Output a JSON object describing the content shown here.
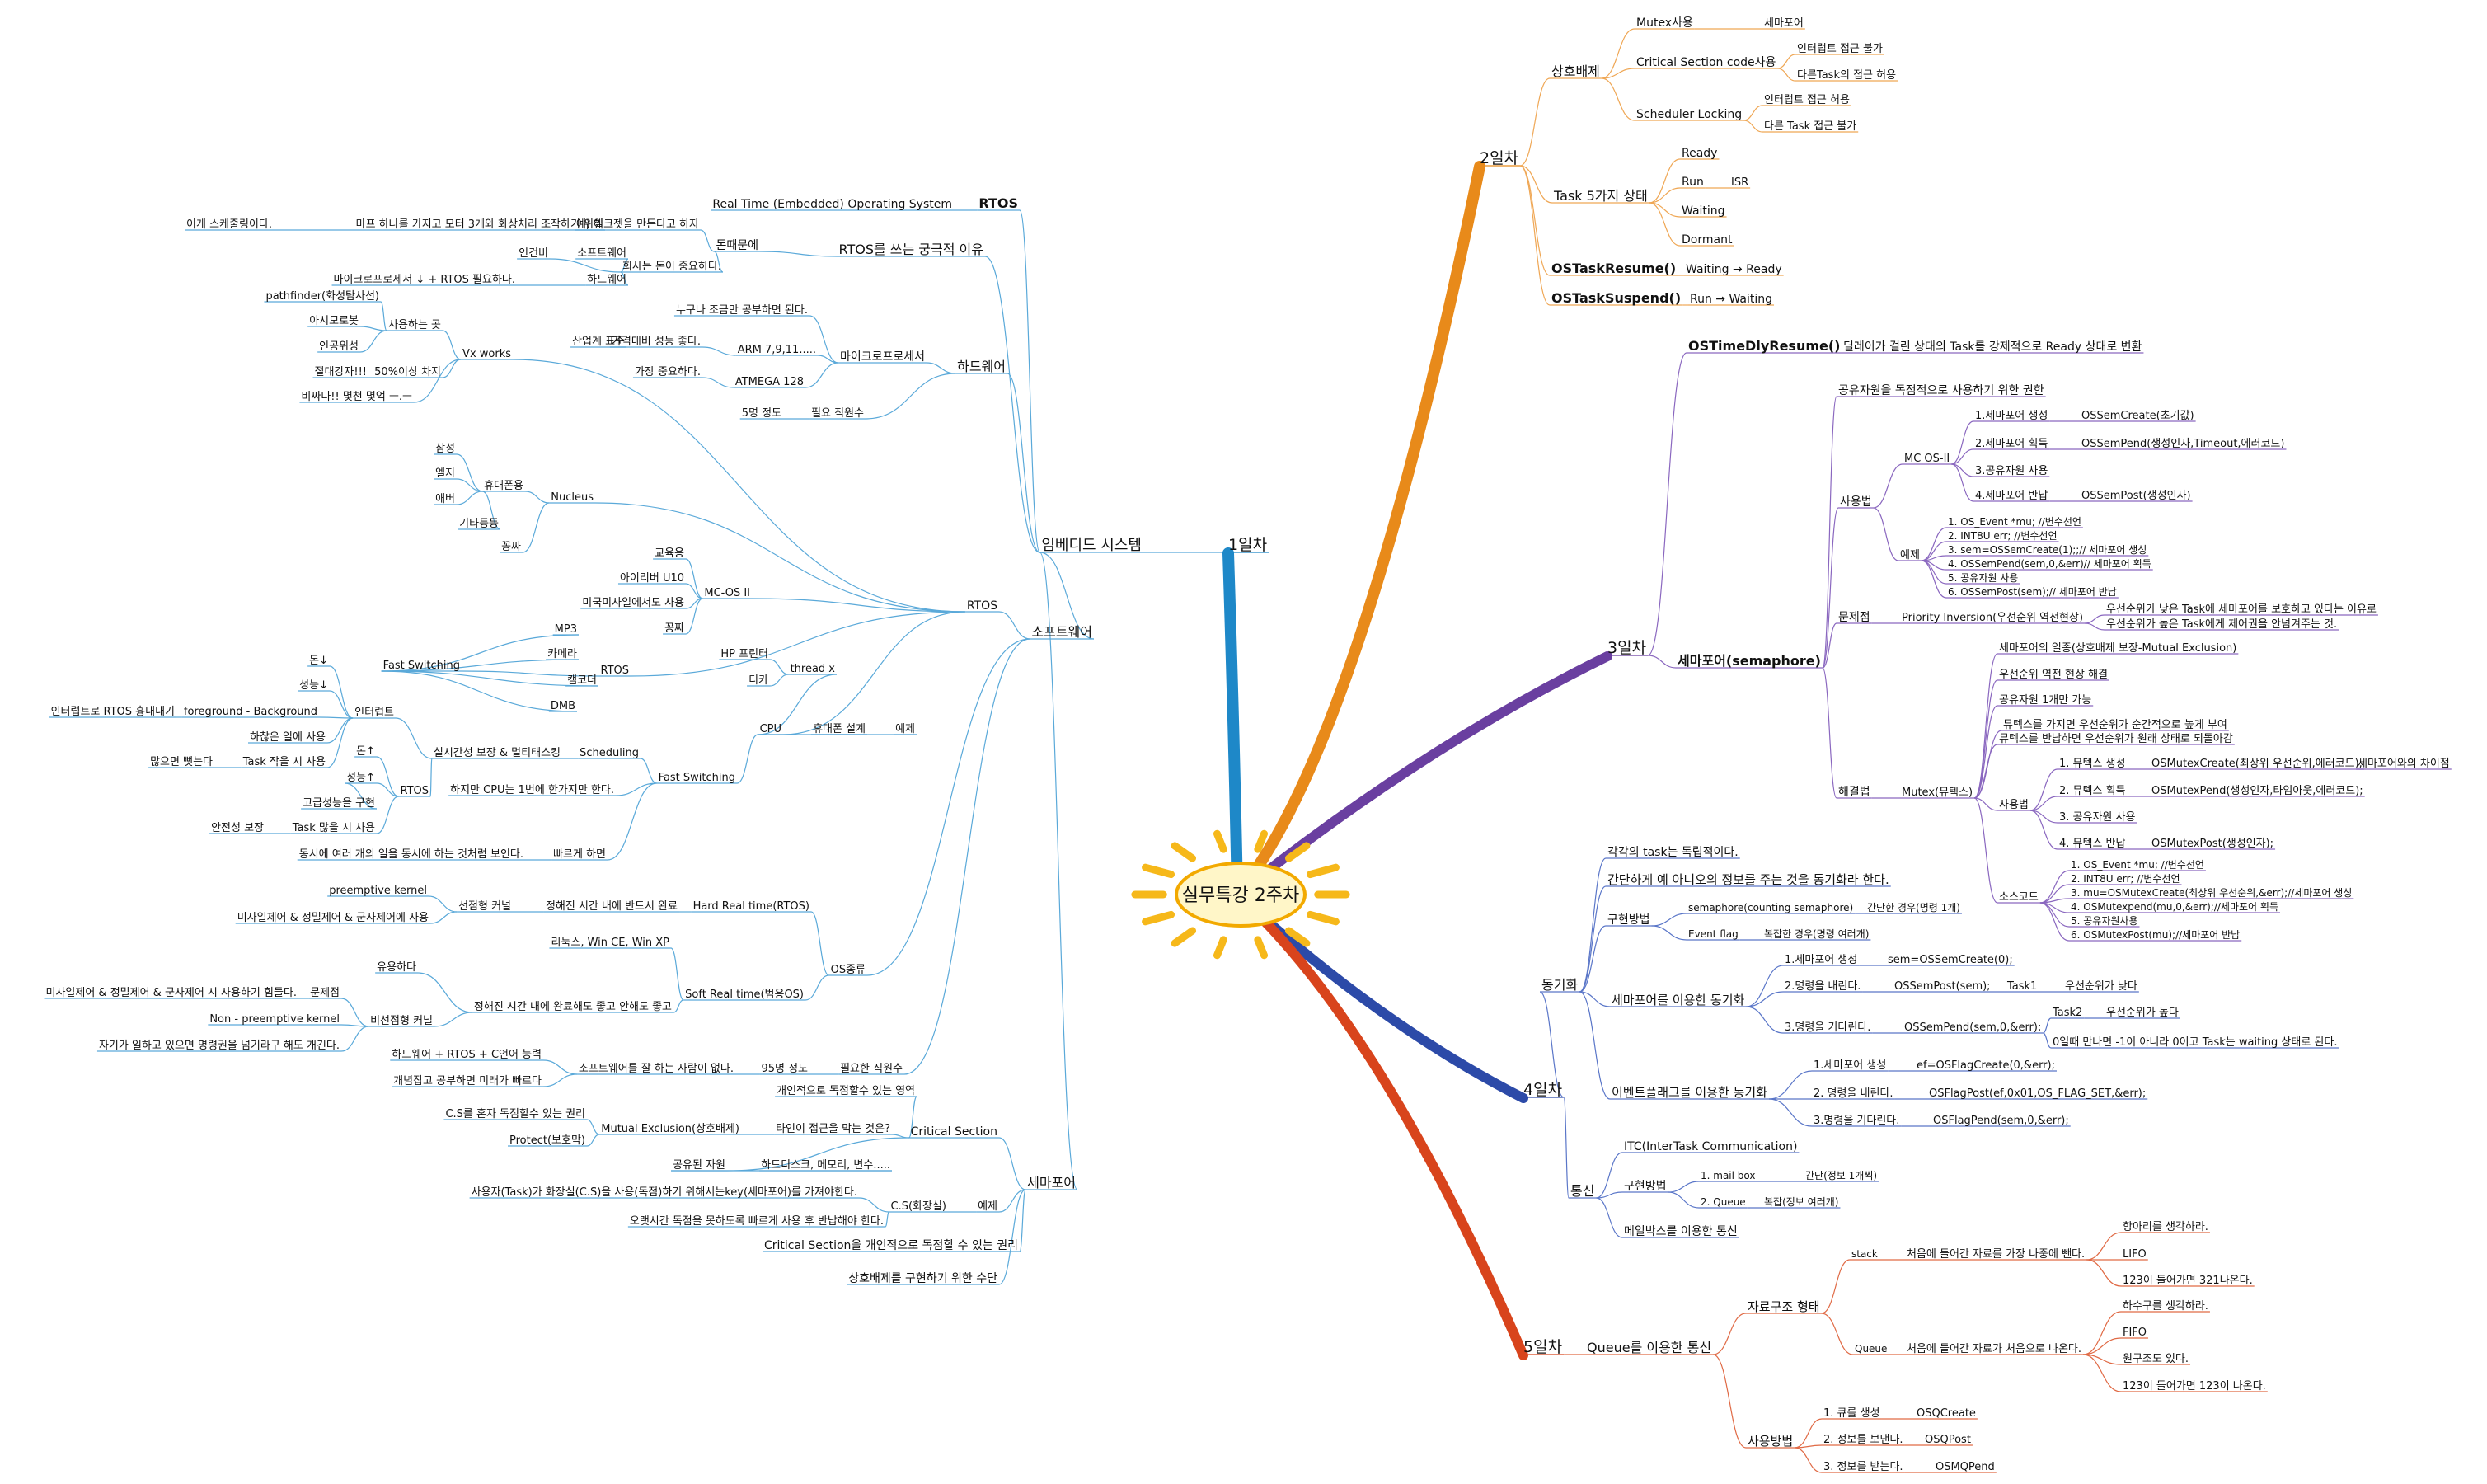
{
  "center": "실무특강 2주차",
  "colors": {
    "day1": "#1e88c8",
    "day2": "#e88a1a",
    "day3": "#6a3fa0",
    "day4": "#2c4aa8",
    "day5": "#d8441c",
    "day1_sub": "#5aa9d9",
    "day2_sub": "#efa755",
    "day3_sub": "#8a67bf",
    "day4_sub": "#5a76c8",
    "day5_sub": "#e06a45"
  },
  "nodes": {
    "d1": "1일차",
    "d1_n1": "RTOS",
    "d1_n1a": "Real Time (Embedded) Operating System",
    "d1_n2": "RTOS를 쓰는 궁극적 이유",
    "d1_n2a": "돈때문에",
    "d1_n2b": "예) 일크젯을 만든다고 하자",
    "d1_n2c": "마프 하나를 가지고 모터 3개와 화상처리 조작하기 위해",
    "d1_n2d": "이게 스케줄링이다.",
    "d1_n2e": "회사는 돈이 중요하다.",
    "d1_n2f": "인건비",
    "d1_n2g": "소프트웨어",
    "d1_n2h": "하드웨어",
    "d1_n2i": "마이크로프로세서 ↓ + RTOS 필요하다.",
    "d1_n3": "임베디드 시스템",
    "d1_hw": "하드웨어",
    "d1_hw1": "마이크로프로세서",
    "d1_hw1a": "누구나 조금만 공부하면 된다.",
    "d1_hw1b": "ARM 7,9,11.....",
    "d1_hw1c": "가격대비 성능 좋다.",
    "d1_hw1d": "산업계 표준",
    "d1_hw1e": "ATMEGA 128",
    "d1_hw1f": "가장 중요하다.",
    "d1_hw2": "필요 직원수",
    "d1_hw2a": "5명 정도",
    "d1_vx": "Vx works",
    "d1_vx1": "사용하는 곳",
    "d1_vx1a": "pathfinder(화성탐사선)",
    "d1_vx1b": "아시모로봇",
    "d1_vx1c": "인공위성",
    "d1_vx2": "50%이상 차지",
    "d1_vx2a": "절대강자!!!",
    "d1_vx3": "비싸다!! 몇천 몇억 ㅡ.ㅡ",
    "d1_sw": "소프트웨어",
    "d1_rtos": "RTOS",
    "d1_nuc": "Nucleus",
    "d1_nuc1": "휴대폰용",
    "d1_nuc1a": "삼성",
    "d1_nuc1b": "엘지",
    "d1_nuc1c": "애버",
    "d1_nuc1d": "기타등등",
    "d1_nuc2": "꽁짜",
    "d1_mc": "MC-OS II",
    "d1_mc1": "교육용",
    "d1_mc2": "아이리버 U10",
    "d1_mc3": "미국미사일에서도 사용",
    "d1_mc4": "꽁짜",
    "d1_rt2": "RTOS",
    "d1_fs": "Fast Switching",
    "d1_fs1": "MP3",
    "d1_fs2": "카메라",
    "d1_fs3": "캠코더",
    "d1_fs4": "DMB",
    "d1_cpu": "CPU",
    "d1_cpu1": "휴대폰 설계",
    "d1_cpu2": "예제",
    "d1_hp": "thread x",
    "d1_hp1": "HP 프린터",
    "d1_hp2": "디카",
    "d1_fs5": "Fast Switching",
    "d1_sch": "Scheduling",
    "d1_sch1": "실시간성 보장 & 멀티태스킹",
    "d1_int": "인터럽트",
    "d1_int1": "돈↓",
    "d1_int2": "성능↓",
    "d1_int3": "foreground - Background",
    "d1_int3a": "인터럽트로 RTOS 흉내내기",
    "d1_int4": "하찮은 일에 사용",
    "d1_int5": "Task 작을 시 사용",
    "d1_int5a": "많으면 뻣는다",
    "d1_rt3": "RTOS",
    "d1_rt3a": "돈↑",
    "d1_rt3b": "성능↑",
    "d1_rt3c": "고급성능을 구현",
    "d1_rt3d": "Task 많을 시 사용",
    "d1_rt3e": "안전성 보장",
    "d1_fs6": "하지만 CPU는 1번에 한가지만 한다.",
    "d1_fs7": "빠르게 하면",
    "d1_fs7a": "동시에 여러 개의 일을 동시에 하는 것처럼 보인다.",
    "d1_os": "OS종류",
    "d1_hrt": "Hard Real time(RTOS)",
    "d1_hrt1": "정해진 시간 내에 반드시 완료",
    "d1_hrt2": "선점형 커널",
    "d1_hrt2a": "preemptive kernel",
    "d1_hrt2b": "미사일제어 & 정밀제어 & 군사제어에 사용",
    "d1_srt": "Soft Real time(범용OS)",
    "d1_srt1": "리눅스, Win CE, Win XP",
    "d1_srt2": "정해진 시간 내에 완료해도 좋고 안해도 좋고",
    "d1_srt3": "유용하다",
    "d1_srt4": "비선점형 커널",
    "d1_srt4a": "문제점",
    "d1_srt4b": "미사일제어 & 정밀제어 & 군사제어 시 사용하기 힘들다.",
    "d1_srt4c": "Non - preemptive kernel",
    "d1_srt4d": "자기가 일하고 있으면 명령권을 넘기라구 해도 개긴다.",
    "d1_need": "필요한 직원수",
    "d1_need1": "95명 정도",
    "d1_need2": "소프트웨어를 잘 하는 사람이 없다.",
    "d1_need3": "하드웨어 + RTOS + C언어 능력",
    "d1_need4": "개념잡고 공부하면 미래가 빠르다",
    "d1_sem": "세마포어",
    "d1_cs": "Critical Section",
    "d1_cs1": "개인적으로 독점할수 있는 영역",
    "d1_cs2": "타인이 접근을 막는 것은?",
    "d1_cs3": "Mutual Exclusion(상호배제)",
    "d1_cs3a": "C.S를 혼자 독점할수 있는 권리",
    "d1_cs3b": "Protect(보호막)",
    "d1_cs4": "공유된 자원",
    "d1_cs4a": "하드디스크, 메모리, 변수.....",
    "d1_ex": "예제",
    "d1_ex1": "C.S(화장실)",
    "d1_ex1a": "사용자(Task)가 화장실(C.S)을 사용(독점)하기 위해서는key(세마포어)를 가져야한다.",
    "d1_ex1b": "오랫시간 독점을 못하도록 빠르게 사용 후 반납해야 한다.",
    "d1_sem2": "Critical Section을 개인적으로 독점할 수 있는 권리",
    "d1_sem3": "상호배제를 구현하기 위한 수단",
    "d2": "2일차",
    "d2_me": "상호배제",
    "d2_me1": "Mutex사용",
    "d2_me1a": "세마포어",
    "d2_me2": "Critical Section code사용",
    "d2_me2a": "인터럽트 접근 불가",
    "d2_me2b": "다른Task의 접근 허용",
    "d2_me3": "Scheduler Locking",
    "d2_me3a": "인터럽트 접근 허용",
    "d2_me3b": "다른 Task 접근 불가",
    "d2_ts": "Task 5가지 상태",
    "d2_ts1": "Ready",
    "d2_ts2": "Run",
    "d2_ts2a": "ISR",
    "d2_ts3": "Waiting",
    "d2_ts4": "Dormant",
    "d2_res": "OSTaskResume()",
    "d2_res1": "Waiting → Ready",
    "d2_sus": "OSTaskSuspend()",
    "d2_sus1": "Run → Waiting",
    "d3": "3일차",
    "d3_dly": "OSTimeDlyResume()",
    "d3_dly1": "딜레이가 걸린 상태의 Task를 강제적으로 Ready 상태로 변환",
    "d3_sem": "세마포어(semaphore)",
    "d3_s1": "공유자원을 독점적으로 사용하기 위한 권한",
    "d3_use": "사용법",
    "d3_mc": "MC OS-II",
    "d3_mc1": "1.세마포어 생성",
    "d3_mc1a": "OSSemCreate(초기값)",
    "d3_mc2": "2.세마포어 획득",
    "d3_mc2a": "OSSemPend(생성인자,Timeout,에러코드)",
    "d3_mc3": "3.공유자원 사용",
    "d3_mc4": "4.세마포어 반납",
    "d3_mc4a": "OSSemPost(생성인자)",
    "d3_ex": "예제",
    "d3_ex1": "1. OS_Event *mu; //변수선언",
    "d3_ex2": "2. INT8U err;       //변수선언",
    "d3_ex3": "3. sem=OSSemCreate(1);;// 세마포어 생성",
    "d3_ex4": "4. OSSemPend(sem,0,&err)// 세마포어 획득",
    "d3_ex5": "5. 공유자원 사용",
    "d3_ex6": "6. OSSemPost(sem);// 세마포어 반납",
    "d3_prob": "문제점",
    "d3_prob1": "Priority Inversion(우선순위 역전현상)",
    "d3_prob1a": "우선순위가 낮은 Task에 세마포어를 보호하고 있다는 이유로",
    "d3_prob1b": "우선순위가 높은 Task에게 제어권을 안넘겨주는 것.",
    "d3_sol": "해결법",
    "d3_mut": "Mutex(뮤텍스)",
    "d3_mut1": "세마포어의 일종(상호배제 보장-Mutual Exclusion)",
    "d3_mut2": "우선순위 역전 현상 해결",
    "d3_mut3": "공유자원 1개만 가능",
    "d3_mut4": "뮤텍스를 가지면 우선순위가 순간적으로 높게 부여",
    "d3_mut5": "뮤텍스를 반납하면 우선순위가 원래 상태로 되돌아감",
    "d3_muse": "사용법",
    "d3_mu1": "1. 뮤텍스 생성",
    "d3_mu1a": "OSMutexCreate(최상위 우선순위,에러코드);",
    "d3_mu1b": "세마포어와의 차이점",
    "d3_mu2": "2. 뮤텍스 획득",
    "d3_mu2a": "OSMutexPend(생성인자,타임아웃,에러코드);",
    "d3_mu3": "3. 공유자원 사용",
    "d3_mu4": "4. 뮤텍스 반납",
    "d3_mu4a": "OSMutexPost(생성인자);",
    "d3_src": "소스코드",
    "d3_src1": "1. OS_Event *mu; //변수선언",
    "d3_src2": "2. INT8U err;       //변수선언",
    "d3_src3": "3. mu=OSMutexCreate(최상위 우선순위,&err);//세마포어 생성",
    "d3_src4": "4. OSMutexpend(mu,0,&err);//세마포어 획득",
    "d3_src5": "5. 공유자원사용",
    "d3_src6": "6. OSMutexPost(mu);//세마포어 반납",
    "d4": "4일차",
    "d4_sync": "동기화",
    "d4_y1": "각각의 task는 독립적이다.",
    "d4_y2": "간단하게 예 아니오의 정보를 주는 것을 동기화라 한다.",
    "d4_y3": "구현방법",
    "d4_y3a": "semaphore(counting semaphore)",
    "d4_y3a1": "간단한 경우(명령 1개)",
    "d4_y3b": "Event flag",
    "d4_y3b1": "복잡한 경우(명령 여러개)",
    "d4_y4": "세마포어를 이용한 동기화",
    "d4_y4a": "1.세마포어 생성",
    "d4_y4a1": "sem=OSSemCreate(0);",
    "d4_y4b": "2.명령을 내린다.",
    "d4_y4b1": "OSSemPost(sem);",
    "d4_y4b2": "Task1",
    "d4_y4b3": "우선순위가 낮다",
    "d4_y4c": "3.명령을 기다린다.",
    "d4_y4c1": "OSSemPend(sem,0,&err);",
    "d4_y4c2": "Task2",
    "d4_y4c3": "우선순위가 높다",
    "d4_y4c4": "0일때 만나면 -1이 아니라 0이고 Task는 waiting 상태로 된다.",
    "d4_y5": "이벤트플래그를 이용한 동기화",
    "d4_y5a": "1.세마포어 생성",
    "d4_y5a1": "ef=OSFlagCreate(0,&err);",
    "d4_y5b": "2. 명령을 내린다.",
    "d4_y5b1": "OSFlagPost(ef,0x01,OS_FLAG_SET,&err);",
    "d4_y5c": "3.명령을 기다린다.",
    "d4_y5c1": "OSFlagPend(sem,0,&err);",
    "d4_com": "통신",
    "d4_c1": "ITC(InterTask Communication)",
    "d4_c2": "구현방법",
    "d4_c2a": "1. mail box",
    "d4_c2a1": "간단(정보 1개씩)",
    "d4_c2b": "2. Queue",
    "d4_c2b1": "복잡(정보 여러개)",
    "d4_c3": "메일박스를 이용한 통신",
    "d5": "5일차",
    "d5_q": "Queue를 이용한 통신",
    "d5_ds": "자료구조 형태",
    "d5_st": "stack",
    "d5_st1": "처음에 들어간 자료를 가장 나중에 뺀다.",
    "d5_st1a": "항아리를 생각하라.",
    "d5_st1b": "LIFO",
    "d5_st1c": "123이 들어가면 321나온다.",
    "d5_qu": "Queue",
    "d5_qu1": "처음에 들어간 자료가 처음으로 나온다.",
    "d5_qu1a": "하수구를 생각하라.",
    "d5_qu1b": "FIFO",
    "d5_qu1c": "원구조도 있다.",
    "d5_qu1d": "123이 들어가면 123이 나온다.",
    "d5_use": "사용방법",
    "d5_u1": "1. 큐를 생성",
    "d5_u1a": "OSQCreate",
    "d5_u2": "2. 정보를 보낸다.",
    "d5_u2a": "OSQPost",
    "d5_u3": "3. 정보를 받는다.",
    "d5_u3a": "OSMQPend"
  }
}
